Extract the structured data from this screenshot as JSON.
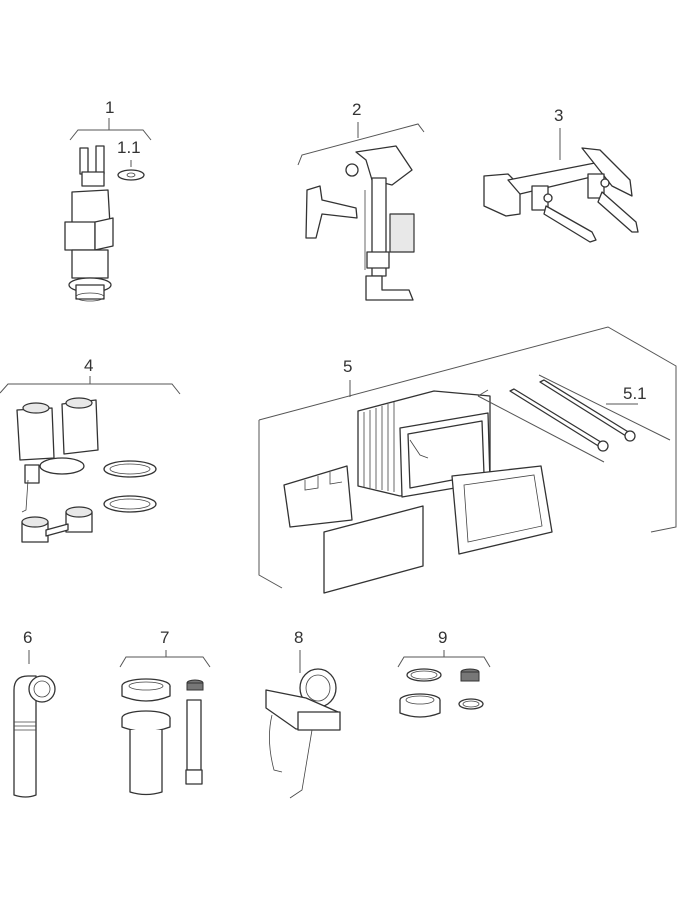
{
  "diagram": {
    "type": "spare-parts exploded view",
    "callouts": [
      {
        "id": "1",
        "label": "1"
      },
      {
        "id": "1.1",
        "label": "1.1"
      },
      {
        "id": "2",
        "label": "2"
      },
      {
        "id": "3",
        "label": "3"
      },
      {
        "id": "4",
        "label": "4"
      },
      {
        "id": "5",
        "label": "5"
      },
      {
        "id": "5.1",
        "label": "5.1"
      },
      {
        "id": "6",
        "label": "6"
      },
      {
        "id": "7",
        "label": "7"
      },
      {
        "id": "8",
        "label": "8"
      },
      {
        "id": "9",
        "label": "9"
      }
    ]
  },
  "colors": {
    "line": "#333333",
    "background": "#ffffff",
    "shade": "#e8e8e8"
  }
}
